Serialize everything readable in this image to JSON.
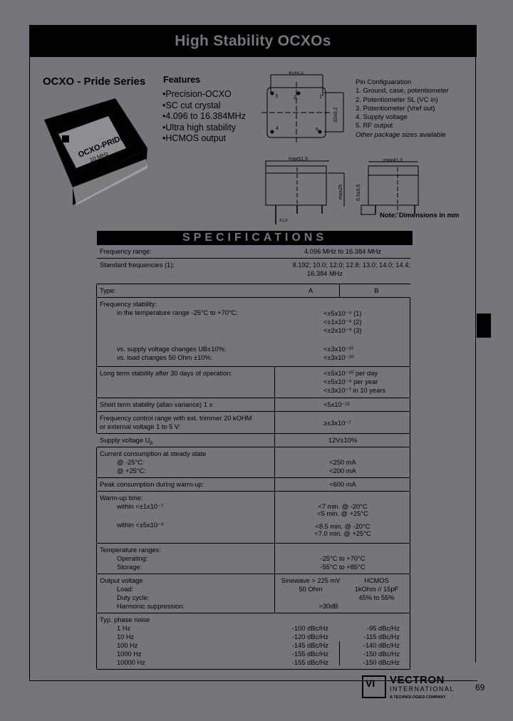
{
  "page": {
    "title": "High Stability OCXOs",
    "page_number": "69",
    "background_color": "#76757b"
  },
  "product": {
    "series_title": "OCXO - Pride Series",
    "image_label": "OCXO-PRIDE",
    "features_title": "Features",
    "features": [
      "Precision-OCXO",
      "SC cut crystal",
      "4.096 to 16.384MHz",
      "Ultra high stability",
      "HCMOS output"
    ]
  },
  "pin_configuration": {
    "title": "Pin Configuaration",
    "pins": [
      "1. Ground, case, potentiometer",
      "2. Potentiometer SL (VC in)",
      "3. Potentiometer (Vref out)",
      "4. Supply voltage",
      "5. RF output"
    ],
    "note_other": "Other package sizes available"
  },
  "diagram": {
    "top_width": "42±0,2",
    "top_height": "32±0,2",
    "front_width": "max51,3",
    "front_height": "max25",
    "side_width": "max41,3",
    "pin_length": "6.5±0,5",
    "pin_offset": "±1,0",
    "pin_labels": [
      "3",
      "2",
      "1",
      "4",
      "5"
    ],
    "note": "Note: Dimensions in mm"
  },
  "specifications": {
    "header": "SPECIFICATIONS",
    "frequency_range": {
      "label": "Frequency range:",
      "value": "4.096 MHz to 16.384 MHz"
    },
    "standard_frequencies": {
      "label": "Standard frequencies (1):",
      "value_line1": "8.192; 10.0; 12.0; 12.8; 13.0; 14.0; 14.4;",
      "value_line2": "16.384 MHz"
    },
    "type": {
      "label": "Type:",
      "a": "A",
      "b": "B"
    },
    "frequency_stability": {
      "label": "Frequency stability:",
      "temp_label": "in the temperature range -25°C to +70°C:",
      "temp_values": [
        "<±5x10⁻⁸ (1)",
        "<±1x10⁻⁸ (2)",
        "<±2x10⁻⁹ (3)"
      ],
      "supply_label": "vs. supply voltage changes UB±10%:",
      "supply_value": "<±3x10⁻¹⁰",
      "load_label": "vs. load changes 50 Ohm ±10%:",
      "load_value": "<±3x10⁻¹⁰"
    },
    "long_term": {
      "label": "Long term stability after 30 days of operation:",
      "values": [
        "<±5x10⁻¹⁰ per day",
        "<±5x10⁻⁸ per year",
        "<±3x10⁻⁷ in 10 years"
      ]
    },
    "short_term": {
      "label": "Short term stability (allan variance) 1 s",
      "value": "<5x10⁻¹²"
    },
    "freq_control": {
      "label_line1": "Frequency control range with ext. trimmer 20 kOHM",
      "label_line2": "or external voltage 1 to 5 V:",
      "value": "≥±3x10⁻⁷"
    },
    "supply_voltage": {
      "label": "Supply voltage U",
      "sub": "B",
      "value": "12V±10%"
    },
    "current": {
      "label": "Current consumption at steady state",
      "rows": [
        {
          "label": "@ -25°C:",
          "value": "<250 mA"
        },
        {
          "label": "@ +25°C:",
          "value": "<200 mA"
        }
      ]
    },
    "peak": {
      "label": "Peak consumption during warm-up:",
      "value": "<600 mA"
    },
    "warmup": {
      "label": "Warm-up time:",
      "row1_label": "within <±1x10⁻⁷",
      "row1_values": [
        "<7 min. @ -20°C",
        "<5 min. @ +25°C"
      ],
      "row2_label": "within <±5x10⁻⁸",
      "row2_values": [
        "<8.5 min. @ -20°C",
        "<7.0 min. @ +25°C"
      ]
    },
    "temperature": {
      "label": "Temperature ranges:",
      "operating_label": "Operating:",
      "operating_value": "-25°C to +70°C",
      "storage_label": "Storage:",
      "storage_value": "-55°C to +85°C"
    },
    "output": {
      "label": "Output voltage",
      "a": "Sinewave > 225 mV",
      "b": "HCMOS",
      "load_label": "Load:",
      "load_a": "50 Ohm",
      "load_b": "1kOhm // 15pF",
      "duty_label": "Duty cycle:",
      "duty_b": "45% to 55%",
      "harmonic_label": "Harmonic suppression:",
      "harmonic_a": ">30dB"
    },
    "phase_noise": {
      "label": "Typ. phase noise",
      "rows": [
        {
          "freq": "1 Hz",
          "a": "-100 dBc/Hz",
          "b": "-95 dBc/Hz"
        },
        {
          "freq": "10 Hz",
          "a": "-120 dBc/Hz",
          "b": "-115 dBc/Hz"
        },
        {
          "freq": "100 Hz",
          "a": "-145 dBc/Hz",
          "b": "-140 dBc/Hz"
        },
        {
          "freq": "1000 Hz",
          "a": "-155 dBc/Hz",
          "b": "-150 dBc/Hz"
        },
        {
          "freq": "10000 Hz",
          "a": "-155 dBc/Hz",
          "b": "-150 dBc/Hz"
        }
      ]
    }
  },
  "logo": {
    "mark": "VI",
    "name": "VECTRON",
    "subname": "INTERNATIONAL",
    "tagline": "A TECHNOLOGIES COMPANY"
  }
}
